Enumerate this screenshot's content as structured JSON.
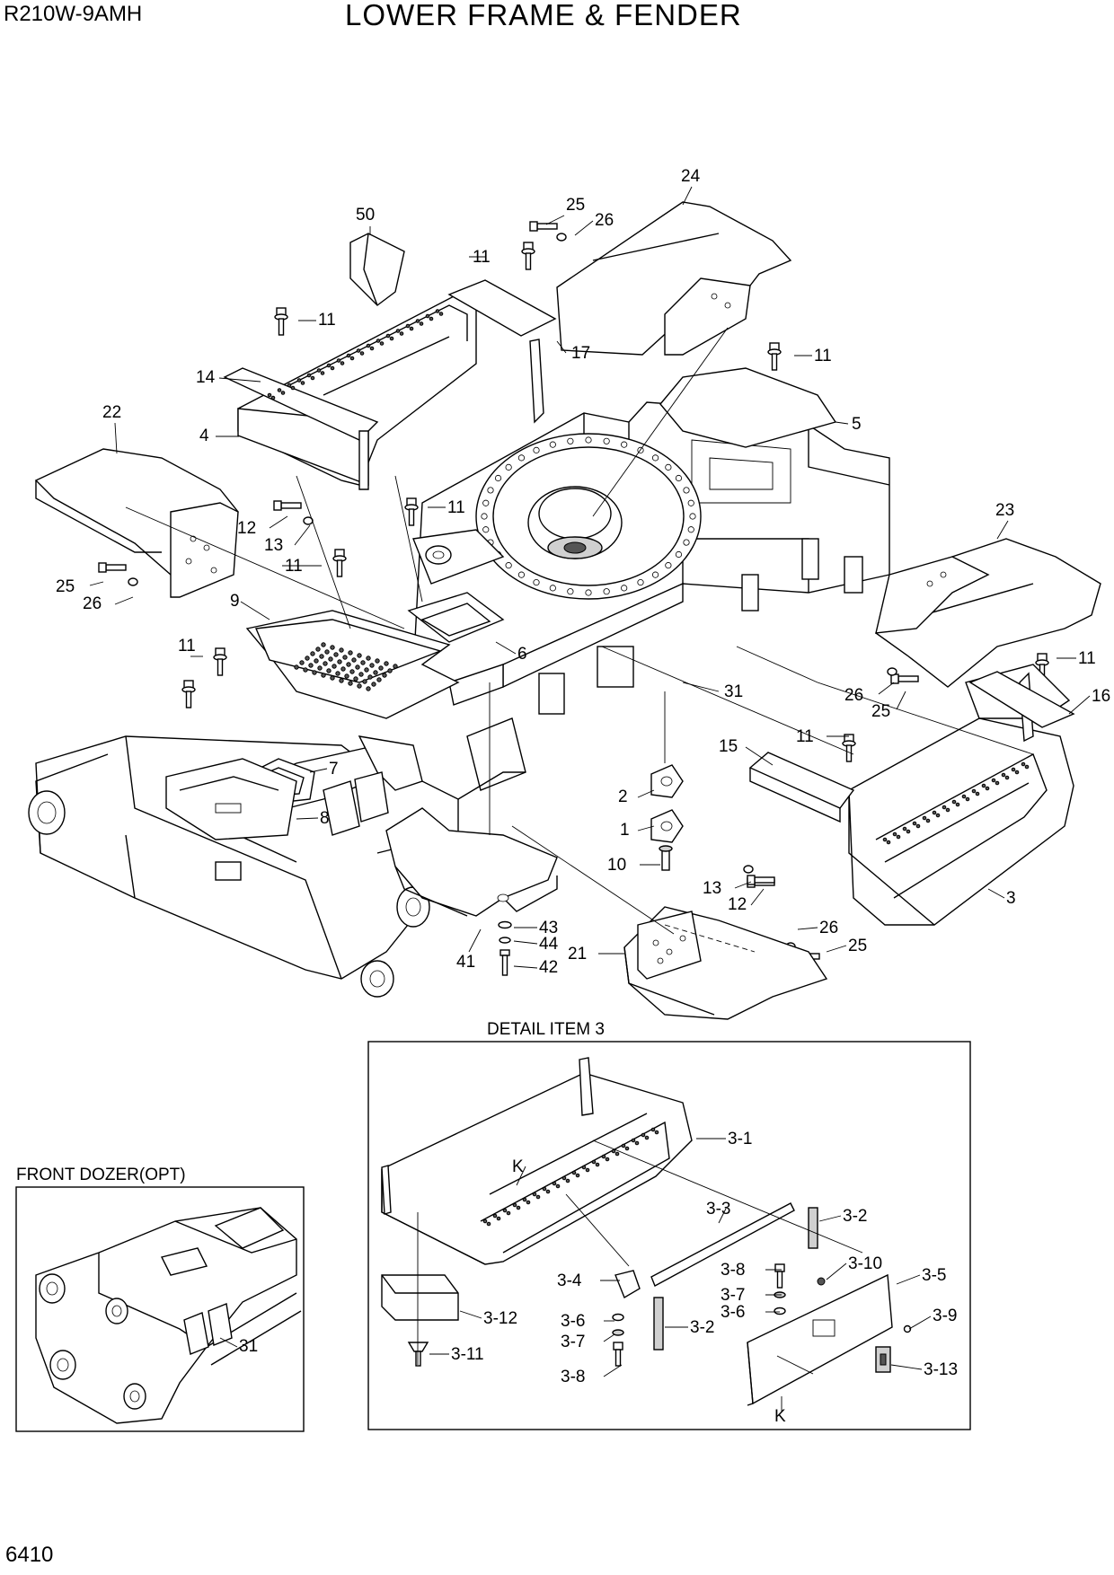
{
  "header": {
    "model": "R210W-9AMH",
    "title": "LOWER FRAME & FENDER"
  },
  "footer": {
    "page_number": "6410"
  },
  "boxes": {
    "detail_title": "DETAIL  ITEM 3",
    "inset_title": "FRONT DOZER(OPT)"
  },
  "callouts": [
    {
      "id": "c-24",
      "text": "24"
    },
    {
      "id": "c-25a",
      "text": "25"
    },
    {
      "id": "c-26a",
      "text": "26"
    },
    {
      "id": "c-50",
      "text": "50"
    },
    {
      "id": "c-11a",
      "text": "11"
    },
    {
      "id": "c-17",
      "text": "17"
    },
    {
      "id": "c-11b",
      "text": "11"
    },
    {
      "id": "c-11c",
      "text": "11"
    },
    {
      "id": "c-14",
      "text": "14"
    },
    {
      "id": "c-22",
      "text": "22"
    },
    {
      "id": "c-4",
      "text": "4"
    },
    {
      "id": "c-5",
      "text": "5"
    },
    {
      "id": "c-11d",
      "text": "11"
    },
    {
      "id": "c-12a",
      "text": "12"
    },
    {
      "id": "c-13a",
      "text": "13"
    },
    {
      "id": "c-23",
      "text": "23"
    },
    {
      "id": "c-11e",
      "text": "11"
    },
    {
      "id": "c-25b",
      "text": "25"
    },
    {
      "id": "c-26b",
      "text": "26"
    },
    {
      "id": "c-9",
      "text": "9"
    },
    {
      "id": "c-6",
      "text": "6"
    },
    {
      "id": "c-11f",
      "text": "11"
    },
    {
      "id": "c-11g",
      "text": "11"
    },
    {
      "id": "c-26c",
      "text": "26"
    },
    {
      "id": "c-25c",
      "text": "25"
    },
    {
      "id": "c-16",
      "text": "16"
    },
    {
      "id": "c-31a",
      "text": "31"
    },
    {
      "id": "c-15",
      "text": "15"
    },
    {
      "id": "c-11h",
      "text": "11"
    },
    {
      "id": "c-7",
      "text": "7"
    },
    {
      "id": "c-2",
      "text": "2"
    },
    {
      "id": "c-8",
      "text": "8"
    },
    {
      "id": "c-1",
      "text": "1"
    },
    {
      "id": "c-10",
      "text": "10"
    },
    {
      "id": "c-13b",
      "text": "13"
    },
    {
      "id": "c-12b",
      "text": "12"
    },
    {
      "id": "c-3",
      "text": "3"
    },
    {
      "id": "c-43",
      "text": "43"
    },
    {
      "id": "c-44",
      "text": "44"
    },
    {
      "id": "c-26d",
      "text": "26"
    },
    {
      "id": "c-41",
      "text": "41"
    },
    {
      "id": "c-42",
      "text": "42"
    },
    {
      "id": "c-21",
      "text": "21"
    },
    {
      "id": "c-25d",
      "text": "25"
    },
    {
      "id": "c-3-1",
      "text": "3-1"
    },
    {
      "id": "c-K1",
      "text": "K"
    },
    {
      "id": "c-3-3",
      "text": "3-3"
    },
    {
      "id": "c-3-2a",
      "text": "3-2"
    },
    {
      "id": "c-3-10",
      "text": "3-10"
    },
    {
      "id": "c-3-8a",
      "text": "3-8"
    },
    {
      "id": "c-3-5",
      "text": "3-5"
    },
    {
      "id": "c-3-7a",
      "text": "3-7"
    },
    {
      "id": "c-3-6a",
      "text": "3-6"
    },
    {
      "id": "c-3-9",
      "text": "3-9"
    },
    {
      "id": "c-3-4",
      "text": "3-4"
    },
    {
      "id": "c-3-6b",
      "text": "3-6"
    },
    {
      "id": "c-3-7b",
      "text": "3-7"
    },
    {
      "id": "c-3-2b",
      "text": "3-2"
    },
    {
      "id": "c-3-12",
      "text": "3-12"
    },
    {
      "id": "c-3-8b",
      "text": "3-8"
    },
    {
      "id": "c-3-11",
      "text": "3-11"
    },
    {
      "id": "c-3-13",
      "text": "3-13"
    },
    {
      "id": "c-K2",
      "text": "K"
    },
    {
      "id": "c-31b",
      "text": "31"
    }
  ]
}
